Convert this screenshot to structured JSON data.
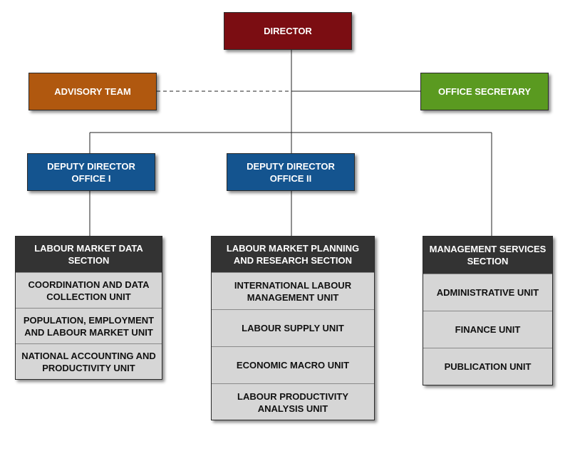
{
  "director": {
    "label": "DIRECTOR",
    "color": "#7b0d12"
  },
  "advisory": {
    "label": "ADVISORY TEAM",
    "color": "#b0580f"
  },
  "secretary": {
    "label": "OFFICE SECRETARY",
    "color": "#5a9a20"
  },
  "deputy1": {
    "label": "DEPUTY DIRECTOR\nOFFICE I",
    "color": "#14548f"
  },
  "deputy2": {
    "label": "DEPUTY DIRECTOR\nOFFICE II",
    "color": "#14548f"
  },
  "sections": [
    {
      "title": "LABOUR MARKET DATA\nSECTION",
      "units": [
        "COORDINATION AND DATA\nCOLLECTION UNIT",
        "POPULATION, EMPLOYMENT\nAND LABOUR MARKET UNIT",
        "NATIONAL ACCOUNTING AND\nPRODUCTIVITY UNIT"
      ]
    },
    {
      "title": "LABOUR MARKET PLANNING\nAND RESEARCH SECTION",
      "units": [
        "INTERNATIONAL LABOUR\nMANAGEMENT UNIT",
        "LABOUR SUPPLY UNIT",
        "ECONOMIC MACRO UNIT",
        "LABOUR PRODUCTIVITY\nANALYSIS UNIT"
      ]
    },
    {
      "title": "MANAGEMENT SERVICES\nSECTION",
      "units": [
        "ADMINISTRATIVE UNIT",
        "FINANCE UNIT",
        "PUBLICATION UNIT"
      ]
    }
  ]
}
